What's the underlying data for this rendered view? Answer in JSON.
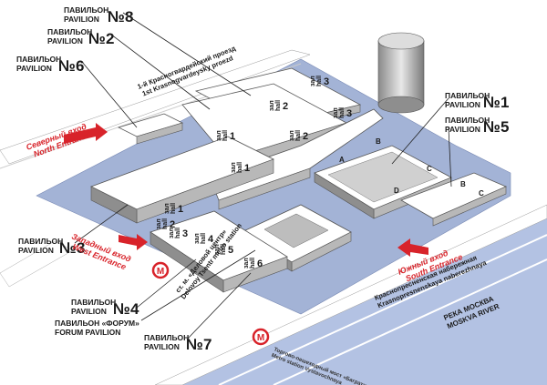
{
  "pavilions": {
    "p8": {
      "ru": "ПАВИЛЬОН",
      "en": "PAVILION",
      "num": "№8"
    },
    "p2": {
      "ru": "ПАВИЛЬОН",
      "en": "PAVILION",
      "num": "№2"
    },
    "p6": {
      "ru": "ПАВИЛЬОН",
      "en": "PAVILION",
      "num": "№6"
    },
    "p1": {
      "ru": "ПАВИЛЬОН",
      "en": "PAVILION",
      "num": "№1"
    },
    "p5": {
      "ru": "ПАВИЛЬОН",
      "en": "PAVILION",
      "num": "№5"
    },
    "p3": {
      "ru": "ПАВИЛЬОН",
      "en": "PAVILION",
      "num": "№3"
    },
    "p4": {
      "ru": "ПАВИЛЬОН",
      "en": "PAVILION",
      "num": "№4"
    },
    "forum": {
      "ru": "ПАВИЛЬОН «ФОРУМ»",
      "en": "FORUM PAVILION"
    },
    "p7": {
      "ru": "ПАВИЛЬОН",
      "en": "PAVILION",
      "num": "№7"
    }
  },
  "halls": {
    "word_ru": "зал",
    "word_en": "hall",
    "items": [
      "3",
      "2",
      "3",
      "1",
      "2",
      "1",
      "1",
      "2",
      "3",
      "4",
      "5",
      "6"
    ]
  },
  "entrances": {
    "north": {
      "ru": "Северный вход",
      "en": "North Entrance"
    },
    "west": {
      "ru": "Западный вход",
      "en": "West Entrance"
    },
    "south": {
      "ru": "Южный вход",
      "en": "South Entrance"
    }
  },
  "streets": {
    "krasnogvardeysky_ru": "1-й Красногвардейский проезд",
    "krasnogvardeysky_en": "1st Krasnogvardeysky proezd",
    "embankment_ru": "Краснопресненская набережная",
    "embankment_en": "Krasnopresnenskaya naberezhnaya",
    "river_ru": "РЕКА МОСКВА",
    "river_en": "MOSKVA RIVER"
  },
  "stations": {
    "delovoy_ru": "ст. м. «Деловой центр»",
    "delovoy_en": "Delovoy Tsentr metro station",
    "south_ru": "Торгово-пешеходный мост «Багратион»",
    "south_en": "Metro station Vystavochnaya"
  },
  "building_letters": [
    "B",
    "A",
    "C",
    "D",
    "B",
    "C"
  ],
  "metro_symbol": "M",
  "colors": {
    "grounds": "#a3b3d6",
    "river": "#b3c2e3",
    "entrance": "#d8232a",
    "road": "#ffffff"
  }
}
